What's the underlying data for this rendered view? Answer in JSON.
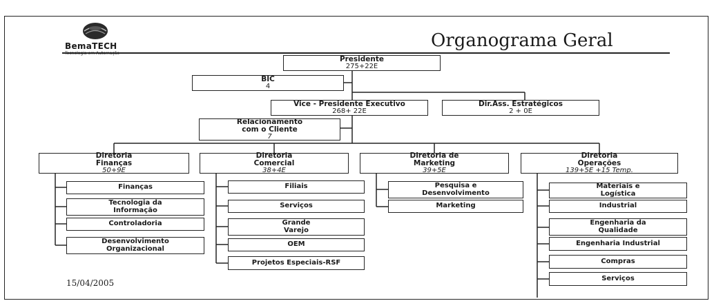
{
  "header": {
    "logo_name": "BemaTECH",
    "logo_tagline": "Tecnologia em Automação",
    "title": "Organograma Geral",
    "date": "15/04/2005"
  },
  "top": {
    "presidente": {
      "name": "Presidente",
      "count": "275+22E"
    },
    "bic": {
      "name": "BIC",
      "count": "4"
    },
    "vice": {
      "name": "Vice - Presidente Executivo",
      "count": "268+ 22E"
    },
    "dir_ass": {
      "name": "Dir.Ass. Estratégicos",
      "count": "2 + 0E"
    },
    "relacionamento": {
      "line1": "Relacionamento",
      "line2": "com o Cliente",
      "count": "7"
    }
  },
  "diretorias": [
    {
      "line1": "Diretoria",
      "line2": "Finanças",
      "count": "50+9E",
      "units": [
        {
          "label": "Finanças"
        },
        {
          "label": "Tecnologia da",
          "label2": "Informação"
        },
        {
          "label": "Controladoria"
        },
        {
          "label": "Desenvolvimento",
          "label2": "Organizacional"
        }
      ]
    },
    {
      "line1": "Diretoria",
      "line2": "Comercial",
      "count": "38+4E",
      "units": [
        {
          "label": "Filiais"
        },
        {
          "label": "Serviços"
        },
        {
          "label": "Grande",
          "label2": "Varejo"
        },
        {
          "label": "OEM"
        },
        {
          "label": "Projetos Especiais-RSF"
        }
      ]
    },
    {
      "line1": "Diretoria de",
      "line2": "Marketing",
      "count": "39+5E",
      "units": [
        {
          "label": "Pesquisa e",
          "label2": "Desenvolvimento"
        },
        {
          "label": "Marketing"
        }
      ]
    },
    {
      "line1": "Diretoria",
      "line2": "Operações",
      "count": "139+5E +15 Temp.",
      "units": [
        {
          "label": "Materiais e",
          "label2": "Logística"
        },
        {
          "label": "Industrial"
        },
        {
          "label": "Engenharia da",
          "label2": "Qualidade"
        },
        {
          "label": "Engenharia Industrial"
        },
        {
          "label": "Compras"
        },
        {
          "label": "Serviços"
        }
      ]
    }
  ]
}
